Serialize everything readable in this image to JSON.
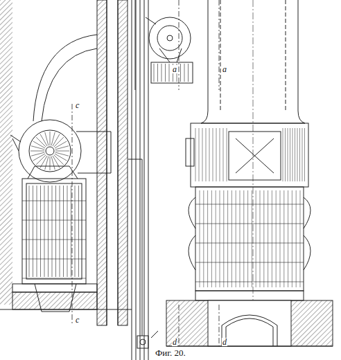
{
  "diagram": {
    "caption": "Фиг. 20.",
    "labels": [
      "c",
      "c",
      "a",
      "a",
      "d",
      "d"
    ]
  }
}
